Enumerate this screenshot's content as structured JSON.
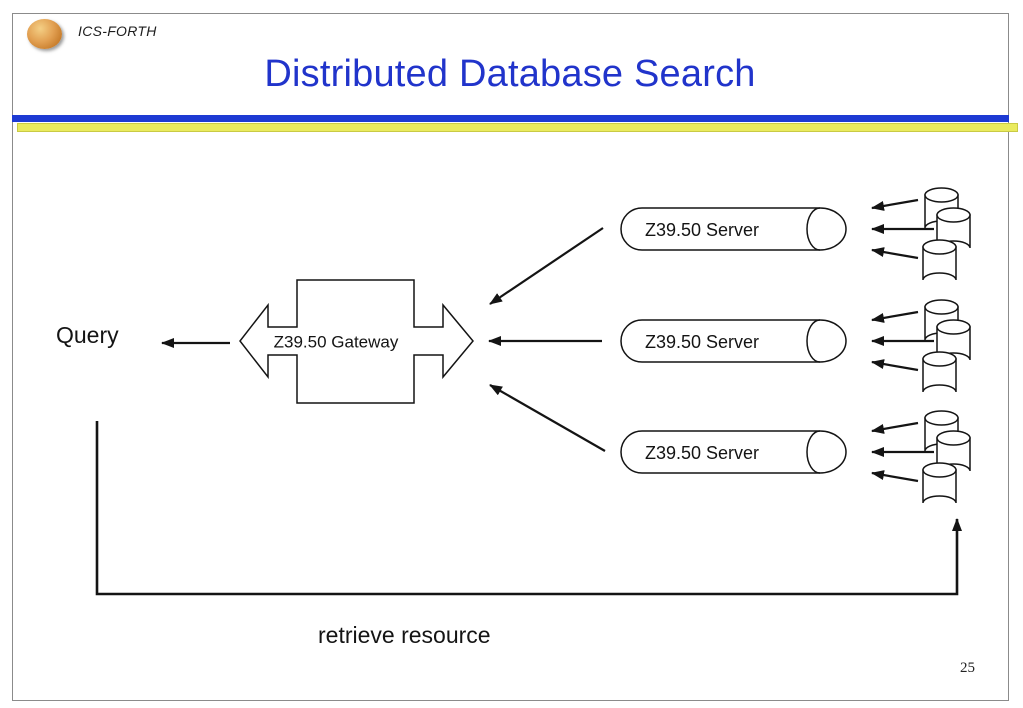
{
  "header": {
    "logo_label": "ICS-FORTH",
    "title": "Distributed Database Search"
  },
  "footer": {
    "page_number": "25"
  },
  "diagram": {
    "query_label": "Query",
    "gateway_label": "Z39.50 Gateway",
    "servers": [
      {
        "label": "Z39.50 Server"
      },
      {
        "label": "Z39.50 Server"
      },
      {
        "label": "Z39.50 Server"
      }
    ],
    "retrieve_label": "retrieve resource",
    "icons": {
      "logo": "ics-forth-coin-logo",
      "database": "database-cylinder-icon"
    }
  },
  "colors": {
    "title_blue": "#2134cb",
    "divider_blue": "#1d3ad3",
    "divider_yellow": "#eaeb5e",
    "logo_orange": "#e2a052",
    "diagram_stroke": "#141414"
  }
}
